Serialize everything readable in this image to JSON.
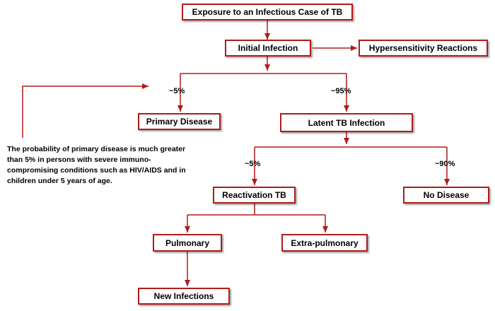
{
  "diagram": {
    "nodes": {
      "exposure": "Exposure to an Infectious Case of TB",
      "initial_infection": "Initial Infection",
      "hypersensitivity": "Hypersensitivity Reactions",
      "primary_disease": "Primary Disease",
      "latent_tb": "Latent TB Infection",
      "reactivation_tb": "Reactivation TB",
      "no_disease": "No Disease",
      "pulmonary": "Pulmonary",
      "extra_pulmonary": "Extra-pulmonary",
      "new_infections": "New Infections"
    },
    "percentages": {
      "primary": "~5%",
      "latent": "~95%",
      "reactivation": "~5%",
      "no_disease": "~90%"
    },
    "note": "The probability of primary disease is much greater than 5% in persons with severe immuno-compromising conditions such as HIV/AIDS and in children under 5 years of age.",
    "colors": {
      "border": "#b01b1b",
      "arrow": "#b01b1b"
    }
  }
}
